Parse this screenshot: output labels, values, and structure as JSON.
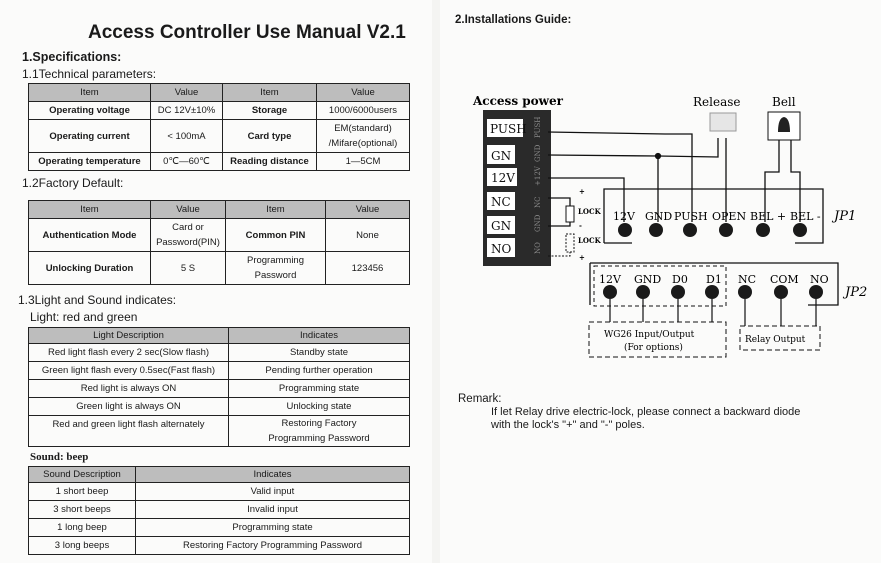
{
  "left": {
    "title": "Access Controller Use Manual V2.1",
    "spec_heading": "1.Specifications:",
    "tech_heading": "1.1Technical parameters:",
    "tech_table": {
      "headers": [
        "Item",
        "Value",
        "Item",
        "Value"
      ],
      "rows": [
        [
          "Operating voltage",
          "DC 12V±10%",
          "Storage",
          "1000/6000users"
        ],
        [
          "Operating current",
          "< 100mA",
          "Card type",
          "EM(standard) /Mifare(optional)"
        ],
        [
          "Operating temperature",
          "0℃—60℃",
          "Reading distance",
          "1—5CM"
        ]
      ]
    },
    "factory_heading": "1.2Factory Default:",
    "factory_table": {
      "headers": [
        "Item",
        "Value",
        "Item",
        "Value"
      ],
      "rows": [
        [
          "Authentication Mode",
          "Card or Password(PIN)",
          "Common PIN",
          "None"
        ],
        [
          "Unlocking Duration",
          "5 S",
          "Programming Password",
          "123456"
        ]
      ]
    },
    "light_heading": "1.3Light and Sound indicates:",
    "light_sub": "Light: red and green",
    "light_table": {
      "headers": [
        "Light Description",
        "Indicates"
      ],
      "rows": [
        [
          "Red light flash every 2 sec(Slow flash)",
          "Standby state"
        ],
        [
          "Green light flash every 0.5sec(Fast flash)",
          "Pending further operation"
        ],
        [
          "Red light is always ON",
          "Programming state"
        ],
        [
          "Green light is always ON",
          "Unlocking state"
        ],
        [
          "Red and green light flash alternately",
          "Restoring Factory Programming Password"
        ]
      ]
    },
    "sound_sub": "Sound: beep",
    "sound_table": {
      "headers": [
        "Sound Description",
        "Indicates"
      ],
      "rows": [
        [
          "1 short beep",
          "Valid input"
        ],
        [
          "3 short beeps",
          "Invalid input"
        ],
        [
          "1 long beep",
          "Programming state"
        ],
        [
          "3 long beeps",
          "Restoring Factory Programming Password"
        ]
      ]
    }
  },
  "right": {
    "heading": "2.Installations Guide:",
    "diagram": {
      "access_power": "Access power",
      "terminals": [
        "PUSH",
        "GN",
        "12V",
        "NC",
        "GN",
        "NO"
      ],
      "side_labels": [
        "PUSH",
        "GND",
        "+12V",
        "NC",
        "GND",
        "NO"
      ],
      "release": "Release",
      "bell": "Bell",
      "lock": "LOCK",
      "plus": "+",
      "minus": "-",
      "jp1": "JP1",
      "jp1_pins": [
        "12V",
        "GND",
        "PUSH",
        "OPEN",
        "BEL +",
        "BEL -"
      ],
      "jp2": "JP2",
      "jp2_pins": [
        "12V",
        "GND",
        "D0",
        "D1",
        "NC",
        "COM",
        "NO"
      ],
      "wg26_line1": "WG26 Input/Output",
      "wg26_line2": "(For options)",
      "relay_output": "Relay Output"
    },
    "remark_label": "Remark:",
    "remark_line1": "If let Relay drive electric-lock, please connect a backward diode",
    "remark_line2": "with the lock's \"+\" and \"-\" poles."
  }
}
